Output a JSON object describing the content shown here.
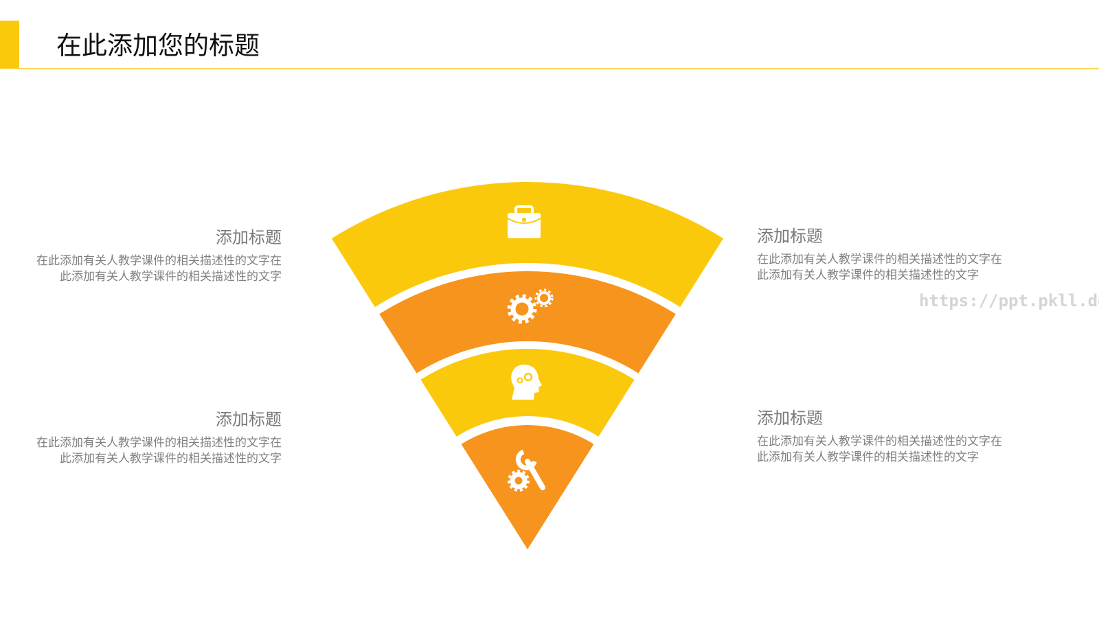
{
  "header": {
    "title": "在此添加您的标题"
  },
  "colors": {
    "yellow": "#FBC90C",
    "orange": "#F7941E",
    "text": "#808080"
  },
  "funnel": {
    "layers": [
      {
        "icon": "briefcase-icon",
        "color": "#FBC90C"
      },
      {
        "icon": "gears-icon",
        "color": "#F7941E"
      },
      {
        "icon": "head-gears-icon",
        "color": "#FBC90C"
      },
      {
        "icon": "wrench-gear-icon",
        "color": "#F7941E"
      }
    ]
  },
  "blocks": [
    {
      "title": "添加标题",
      "text": "在此添加有关人教学课件的相关描述性的文字在此添加有关人教学课件的相关描述性的文字"
    },
    {
      "title": "添加标题",
      "text": "在此添加有关人教学课件的相关描述性的文字在此添加有关人教学课件的相关描述性的文字"
    },
    {
      "title": "添加标题",
      "text": "在此添加有关人教学课件的相关描述性的文字在此添加有关人教学课件的相关描述性的文字"
    },
    {
      "title": "添加标题",
      "text": "在此添加有关人教学课件的相关描述性的文字在此添加有关人教学课件的相关描述性的文字"
    }
  ],
  "watermark": "https://ppt.pkll.de"
}
